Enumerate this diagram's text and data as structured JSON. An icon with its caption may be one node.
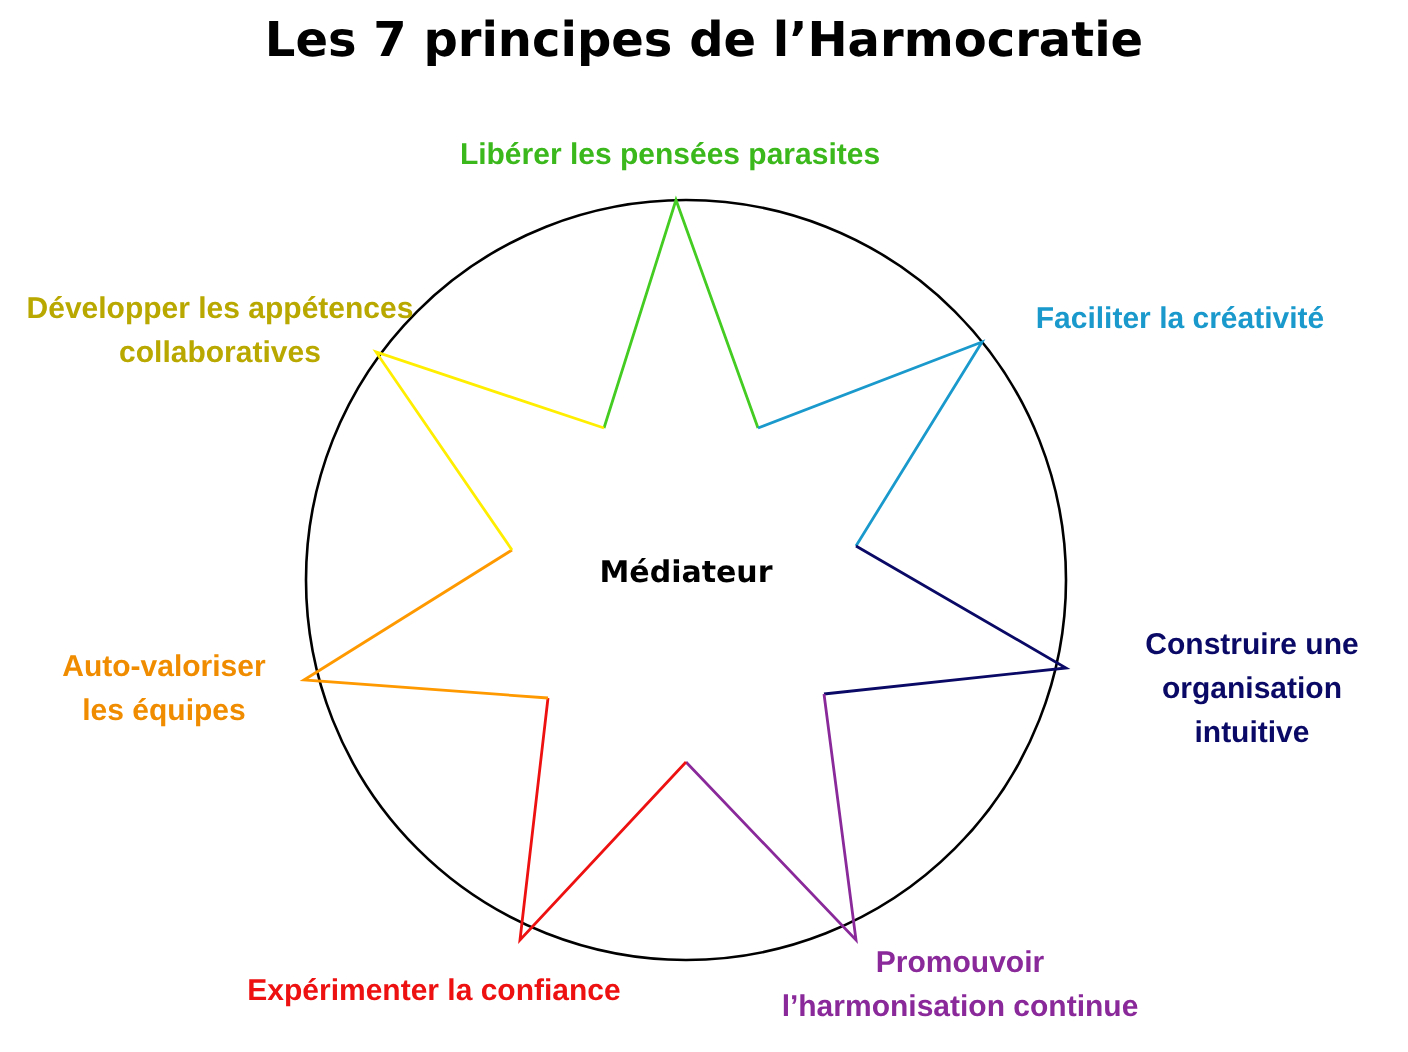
{
  "diagram": {
    "title": "Les 7 principes de l’Harmocratie",
    "nodes": [
      {
        "text": [],
        "shape": "circle"
      },
      {
        "text": [
          "Médiateur"
        ],
        "in": 0
      }
    ],
    "labels": [
      "Libérer les pensées parasites",
      "Faciliter la créativité",
      "Construire une organisation intuitive",
      "Promouvoir l’harmonisation continue",
      "Expérimenter la confiance",
      "Auto-valoriser les équipes",
      "Développer les appétences collaboratives"
    ]
  }
}
